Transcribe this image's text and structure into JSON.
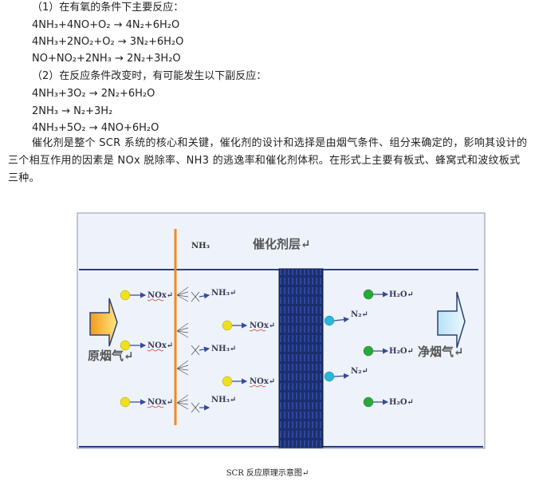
{
  "section1_heading": "（1）在有氧的条件下主要反应：",
  "main_reactions": [
    "4NH₃+4NO+O₂ → 4N₂+6H₂O",
    "4NH₃+2NO₂+O₂ → 3N₂+6H₂O",
    "NO+NO₂+2NH₃ → 2N₂+3H₂O"
  ],
  "section2_heading": "（2）在反应条件改变时，有可能发生以下副反应：",
  "side_reactions": [
    "4NH₃+3O₂ → 2N₂+6H₂O",
    "2NH₃ → N₂+3H₂",
    "4NH₃+5O₂ → 4NO+6H₂O"
  ],
  "paragraph": "催化剂是整个 SCR 系统的核心和关键，催化剂的设计和选择是由烟气条件、组分来确定的，影响其设计的三个相互作用的因素是 NOx 脱除率、NH3 的逃逸率和催化剂体积。在形式上主要有板式、蜂窝式和波纹板式三种。",
  "diagram": {
    "nh3_inlet_label": "NH₃",
    "catalyst_layer_label": "催化剂层↵",
    "raw_gas_label": "原烟气↵",
    "clean_gas_label": "净烟气↵",
    "nox_label": "NOx↵",
    "nh3_label": "NH₃↵",
    "n2_label": "N₂↵",
    "h2o_label": "H₂O↵",
    "colors": {
      "background": "#eef3fb",
      "orange_pipe": "#f08a1c",
      "catalyst": "#1c2d6e",
      "nox": "#f0e020",
      "n2": "#28b8d8",
      "h2o": "#2aa83a"
    }
  },
  "caption": "SCR 反应原理示意图↵"
}
